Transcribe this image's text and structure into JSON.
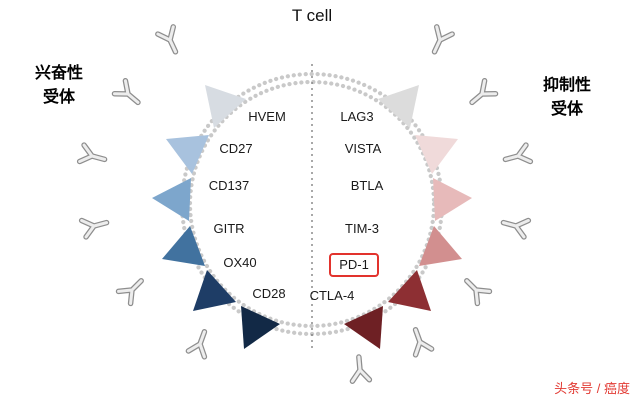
{
  "title": "T cell",
  "side_labels": {
    "excitatory": {
      "line1": "兴奋性",
      "line2": "受体"
    },
    "inhibitory": {
      "line1": "抑制性",
      "line2": "受体"
    }
  },
  "receptors": {
    "excitatory": [
      {
        "name": "HVEM",
        "triangle_color": "#d7dce2"
      },
      {
        "name": "CD27",
        "triangle_color": "#a8c2de"
      },
      {
        "name": "CD137",
        "triangle_color": "#7da6cc"
      },
      {
        "name": "GITR",
        "triangle_color": "#41729f"
      },
      {
        "name": "OX40",
        "triangle_color": "#1e3d66"
      },
      {
        "name": "CD28",
        "triangle_color": "#122946"
      }
    ],
    "inhibitory": [
      {
        "name": "LAG3",
        "triangle_color": "#dcdcdc"
      },
      {
        "name": "VISTA",
        "triangle_color": "#f0dada"
      },
      {
        "name": "BTLA",
        "triangle_color": "#e7baba"
      },
      {
        "name": "TIM-3",
        "triangle_color": "#d28f8f"
      },
      {
        "name": "PD-1",
        "triangle_color": "#8d2f33"
      },
      {
        "name": "CTLA-4",
        "triangle_color": "#6e2024"
      }
    ]
  },
  "highlight": {
    "receptor": "PD-1",
    "box_color": "#e2332d"
  },
  "watermark": "头条号 / 癌度"
}
